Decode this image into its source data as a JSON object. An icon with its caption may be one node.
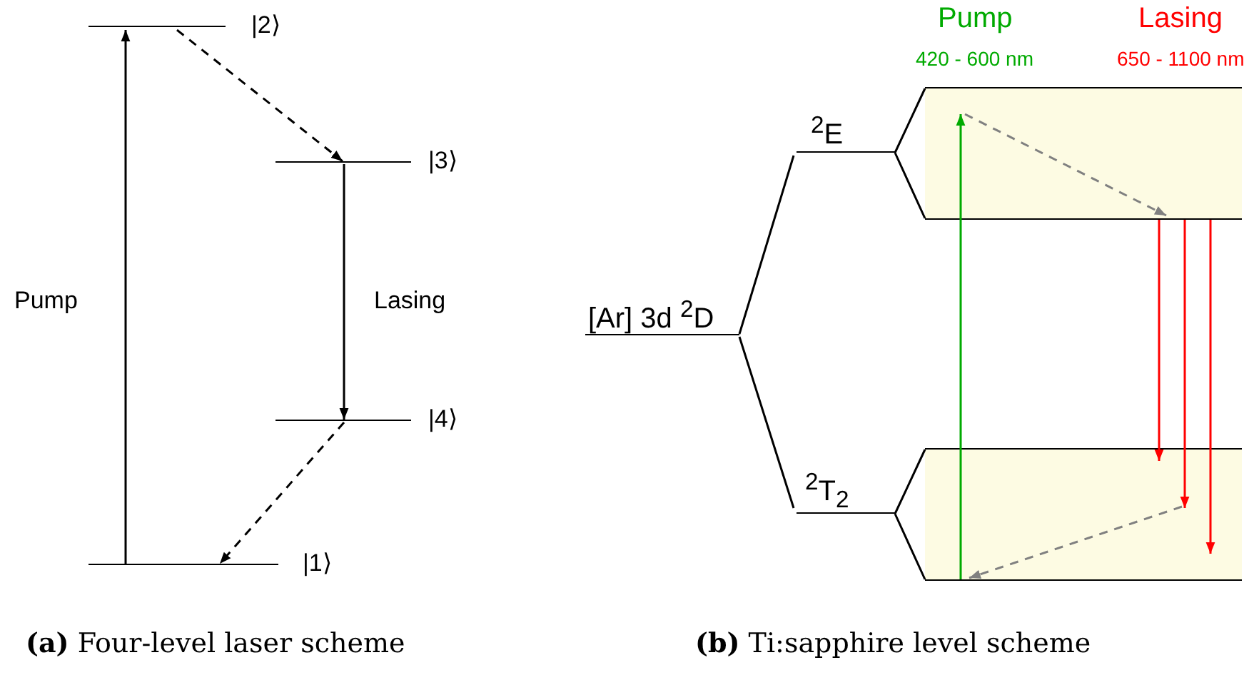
{
  "diagram": {
    "nodes": [
      {
        "text": [
          "|2⟩"
        ]
      },
      {
        "text": [
          "|3⟩"
        ]
      },
      {
        "text": [
          "|4⟩"
        ]
      },
      {
        "text": [
          "|1⟩"
        ]
      },
      {
        "text": [
          "[Ar] 3d $^{2}$D"
        ]
      },
      {
        "text": [
          "$^{2}$E"
        ]
      },
      {
        "text": [
          "$^{2}$T$_{2}$"
        ]
      },
      {
        "text": [],
        "shape": "box"
      },
      {
        "text": [],
        "shape": "box"
      }
    ],
    "edges": [
      {
        "from": 3,
        "to": 0,
        "arrow": "to",
        "label": "Pump"
      },
      {
        "from": 0,
        "to": 1,
        "arrow": "to",
        "style": "dashed"
      },
      {
        "from": 1,
        "to": 2,
        "arrow": "to",
        "label": "Lasing"
      },
      {
        "from": 2,
        "to": 3,
        "arrow": "to",
        "style": "dashed"
      },
      {
        "from": 4,
        "to": 5,
        "arrow": "none"
      },
      {
        "from": 4,
        "to": 6,
        "arrow": "none"
      },
      {
        "from": 5,
        "to": 7,
        "arrow": "none"
      },
      {
        "from": 6,
        "to": 8,
        "arrow": "none"
      },
      {
        "from": 8,
        "to": 7,
        "arrow": "to",
        "color": "#00aa00"
      },
      {
        "from": 7,
        "to": 7,
        "arrow": "to",
        "style": "dashed",
        "color": "#808080"
      },
      {
        "from": 7,
        "to": 8,
        "arrow": "to",
        "color": "#ff0000"
      },
      {
        "from": 7,
        "to": 8,
        "arrow": "to",
        "color": "#ff0000"
      },
      {
        "from": 7,
        "to": 8,
        "arrow": "to",
        "color": "#ff0000"
      },
      {
        "from": 8,
        "to": 8,
        "arrow": "to",
        "style": "dashed",
        "color": "#808080"
      }
    ],
    "labels": [
      "Pump",
      "420 - 600 nm",
      "Lasing",
      "650 - 1100 nm",
      "**(a)** Four-level laser scheme",
      "**(b)** Ti:sapphire level scheme"
    ]
  }
}
